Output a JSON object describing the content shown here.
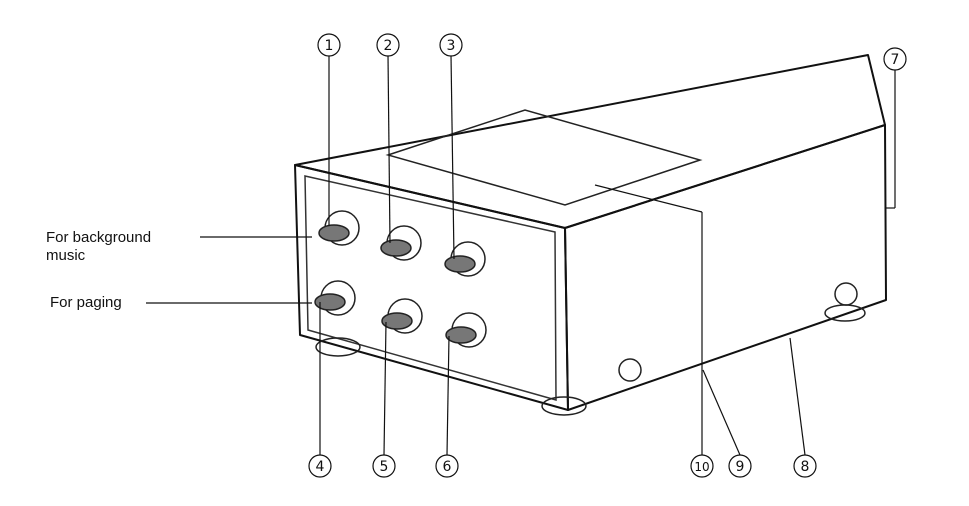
{
  "labels": {
    "background_music": "For background\nmusic",
    "paging": "For paging"
  },
  "callouts": [
    "1",
    "2",
    "3",
    "4",
    "5",
    "6",
    "7",
    "8",
    "9",
    "10"
  ]
}
